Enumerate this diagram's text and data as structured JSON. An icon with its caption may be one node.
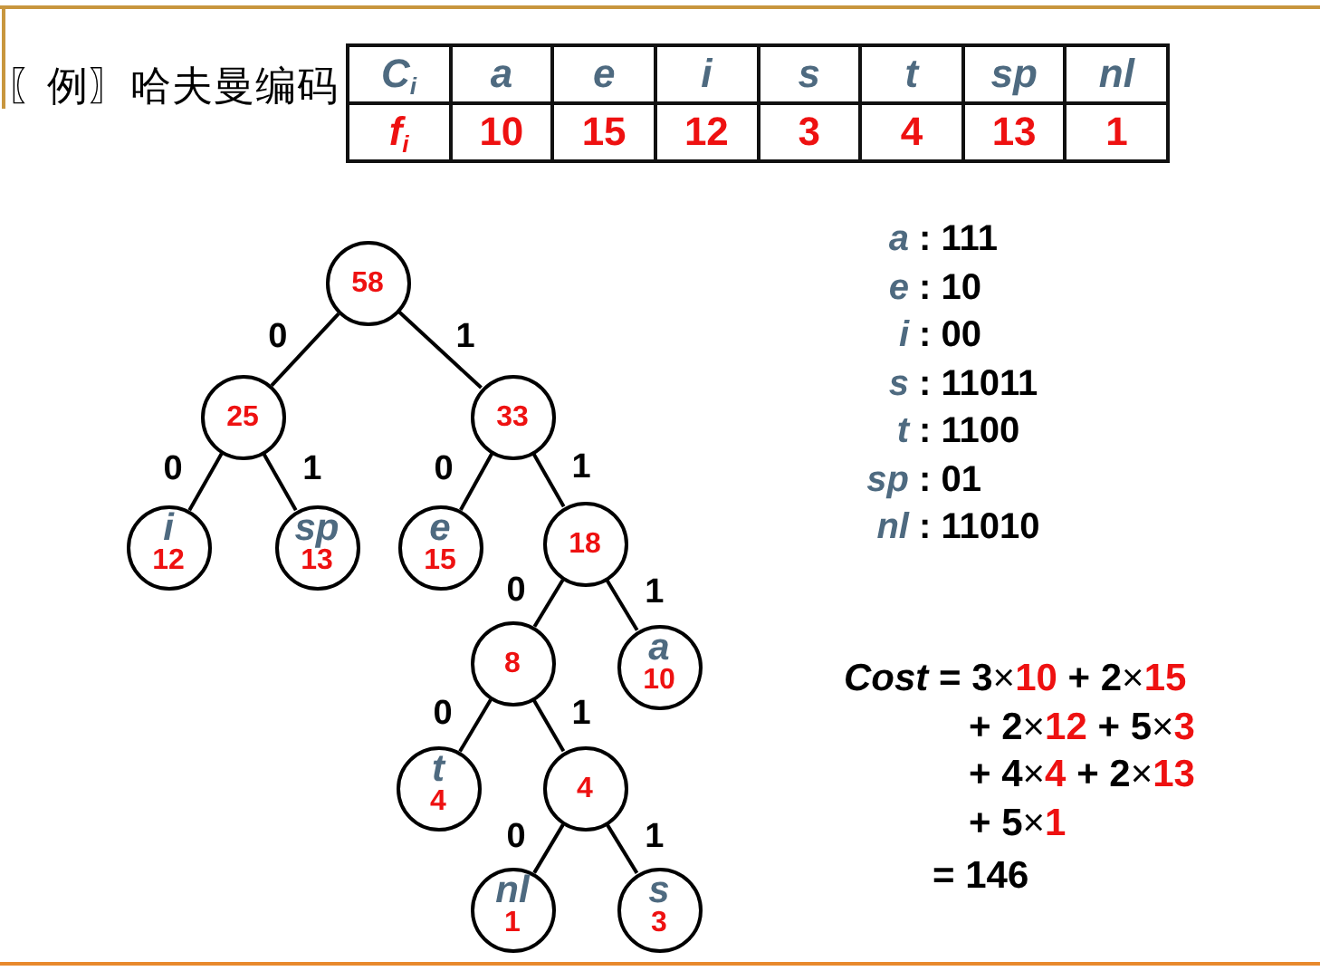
{
  "diagram": {
    "title": "〖例〗哈夫曼编码",
    "nodes": [
      {
        "text": [
          "58"
        ]
      },
      {
        "text": [
          "25"
        ]
      },
      {
        "text": [
          "33"
        ]
      },
      {
        "text": [
          "i",
          "12"
        ]
      },
      {
        "text": [
          "sp",
          "13"
        ]
      },
      {
        "text": [
          "e",
          "15"
        ]
      },
      {
        "text": [
          "18"
        ]
      },
      {
        "text": [
          "8"
        ]
      },
      {
        "text": [
          "a",
          "10"
        ]
      },
      {
        "text": [
          "t",
          "4"
        ]
      },
      {
        "text": [
          "4"
        ]
      },
      {
        "text": [
          "nl",
          "1"
        ]
      },
      {
        "text": [
          "s",
          "3"
        ]
      }
    ],
    "edges": [
      {
        "from": 0,
        "to": 1,
        "arrow": "none",
        "label": "0"
      },
      {
        "from": 0,
        "to": 2,
        "arrow": "none",
        "label": "1"
      },
      {
        "from": 1,
        "to": 3,
        "arrow": "none",
        "label": "0"
      },
      {
        "from": 1,
        "to": 4,
        "arrow": "none",
        "label": "1"
      },
      {
        "from": 2,
        "to": 5,
        "arrow": "none",
        "label": "0"
      },
      {
        "from": 2,
        "to": 6,
        "arrow": "none",
        "label": "1"
      },
      {
        "from": 6,
        "to": 7,
        "arrow": "none",
        "label": "0"
      },
      {
        "from": 6,
        "to": 8,
        "arrow": "none",
        "label": "1"
      },
      {
        "from": 7,
        "to": 9,
        "arrow": "none",
        "label": "0"
      },
      {
        "from": 7,
        "to": 10,
        "arrow": "none",
        "label": "1"
      },
      {
        "from": 10,
        "to": 11,
        "arrow": "none",
        "label": "0"
      },
      {
        "from": 10,
        "to": 12,
        "arrow": "none",
        "label": "1"
      }
    ],
    "labels": [
      "C$_{i}$",
      "a",
      "e",
      "i",
      "s",
      "t",
      "sp",
      "nl",
      "f$_{i}$",
      "10",
      "15",
      "12",
      "3",
      "4",
      "13",
      "1",
      "*a* : 111",
      "*e* : 10",
      "*i* : 00",
      "*s* : 11011",
      "*t* : 1100",
      "*sp* : 01",
      "*nl* : 11010",
      "*Cost* = 3×10 + 2×15",
      "+ 2×12 + 5×3",
      "+ 4×4 + 2×13",
      "+ 5×1",
      "= 146"
    ]
  }
}
